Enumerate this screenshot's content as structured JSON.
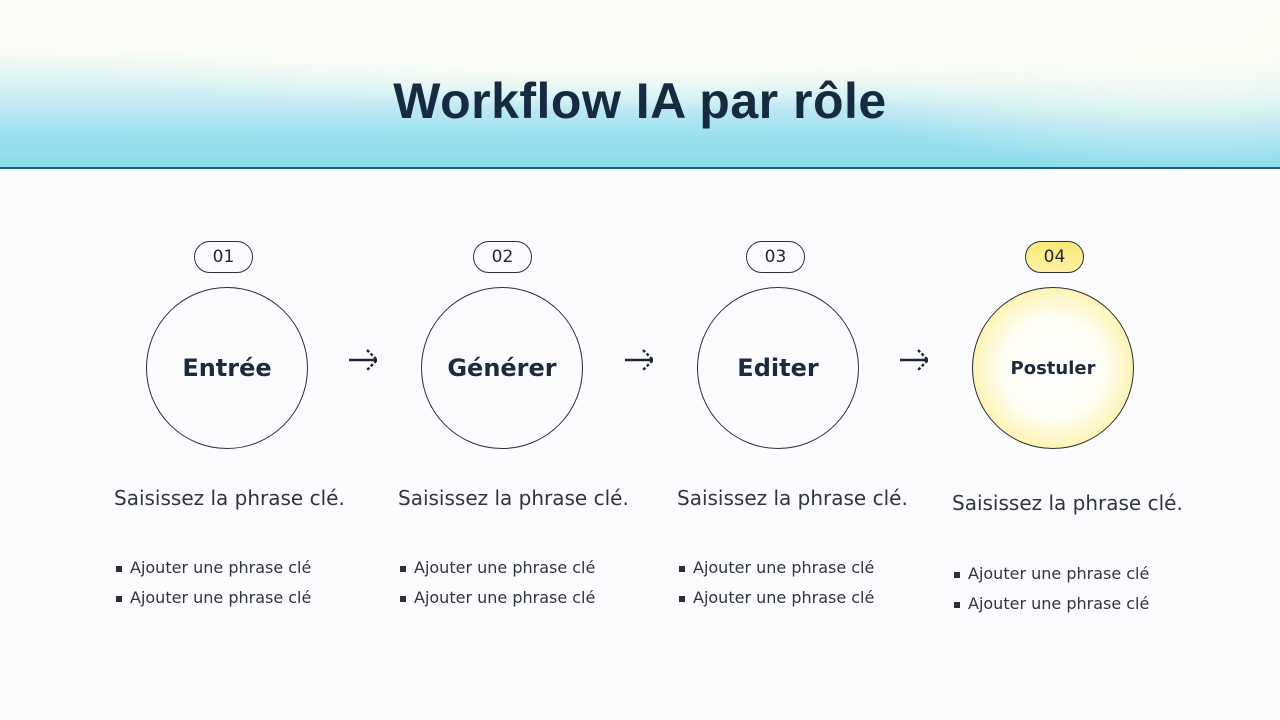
{
  "header": {
    "title": "Workflow IA par rôle",
    "accent_line_color": "#1f5f98",
    "gradient_colors": [
      "#fbfcf8",
      "#8ddcec"
    ]
  },
  "steps": [
    {
      "number": "01",
      "label": "Entrée",
      "description": "Saisissez la phrase clé.",
      "bullets": [
        "Ajouter une phrase clé",
        "Ajouter une phrase clé"
      ],
      "highlighted": false
    },
    {
      "number": "02",
      "label": "Générer",
      "description": "Saisissez la phrase clé.",
      "bullets": [
        "Ajouter une phrase clé",
        "Ajouter une phrase clé"
      ],
      "highlighted": false
    },
    {
      "number": "03",
      "label": "Editer",
      "description": "Saisissez la phrase clé.",
      "bullets": [
        "Ajouter une phrase clé",
        "Ajouter une phrase clé"
      ],
      "highlighted": false
    },
    {
      "number": "04",
      "label": "Postuler",
      "description": "Saisissez la phrase clé.",
      "bullets": [
        "Ajouter une phrase clé",
        "Ajouter une phrase clé"
      ],
      "highlighted": true,
      "highlight_color": "#f8e25c"
    }
  ],
  "connectors": [
    {
      "icon": "arrow-right-icon"
    },
    {
      "icon": "arrow-right-icon"
    },
    {
      "icon": "arrow-right-icon"
    }
  ]
}
